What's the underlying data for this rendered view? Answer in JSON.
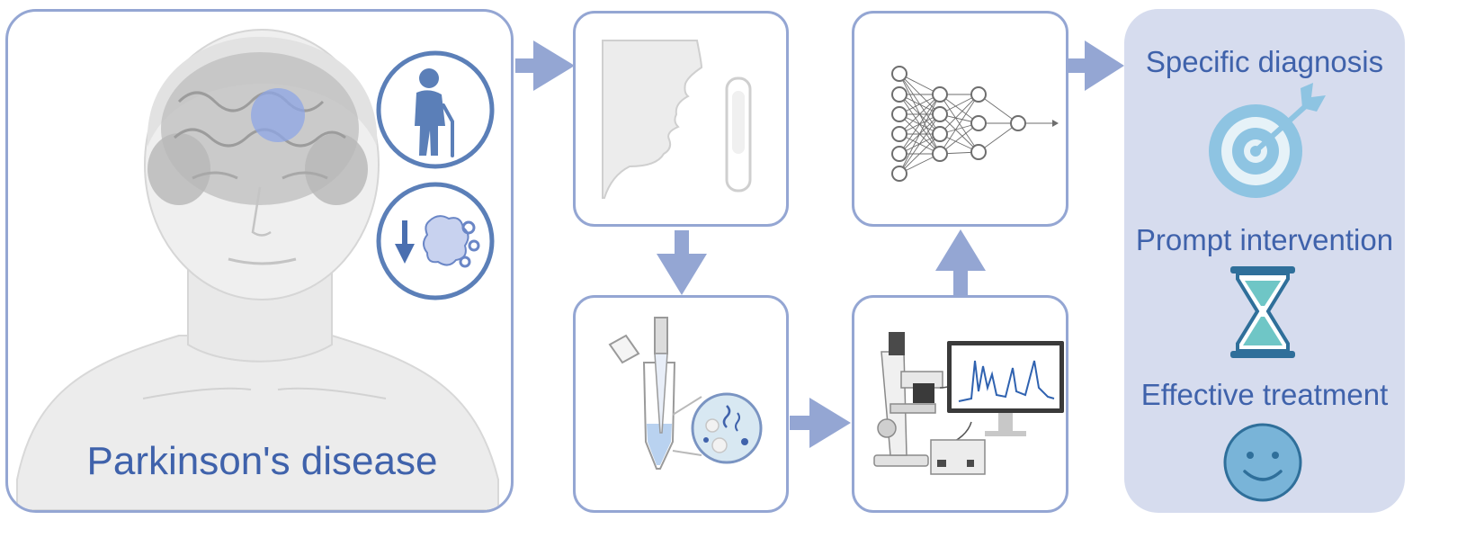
{
  "colors": {
    "panel_border": "#94a6d3",
    "arrow": "#94a6d3",
    "text": "#3f62ab",
    "result_bg": "#d6dcee",
    "icon_blue": "#5b7fb8",
    "teal": "#6fc6c6"
  },
  "patient_panel": {
    "title": "Parkinson's disease",
    "icons": [
      "elderly-person-icon",
      "cognitive-decline-icon"
    ]
  },
  "workflow": {
    "steps": [
      "saliva-sample",
      "sample-processing",
      "spectroscopy-measurement",
      "neural-network-analysis"
    ]
  },
  "outcomes": {
    "items": [
      {
        "label": "Specific diagnosis",
        "icon": "target-icon"
      },
      {
        "label": "Prompt intervention",
        "icon": "hourglass-icon"
      },
      {
        "label": "Effective treatment",
        "icon": "smiley-icon"
      }
    ]
  }
}
